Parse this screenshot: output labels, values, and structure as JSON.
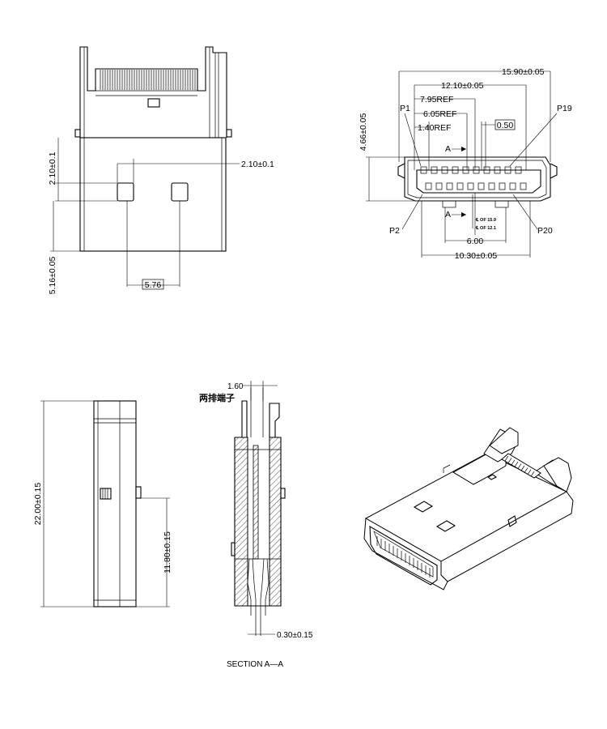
{
  "top_view": {
    "dim_pad_height": "2.10±0.1",
    "dim_pad_offset": "2.10±0.1",
    "dim_body_length": "5.16±0.05",
    "dim_pad_pitch": "5.76"
  },
  "front_view": {
    "dim_overall_width": "15.90±0.05",
    "dim_inner_width": "12.10±0.05",
    "dim_ref_1": "7.95REF",
    "dim_ref_2": "6.05REF",
    "dim_ref_3": "1.40REF",
    "dim_pitch": "0.50",
    "dim_height": "4.66±0.05",
    "dim_center": "6.00",
    "dim_bottom_width": "10.30±0.05",
    "pin_labels": {
      "p1": "P1",
      "p19": "P19",
      "p2": "P2",
      "p20": "P20"
    },
    "section_mark": "A",
    "center_note_1": "℄ OF 15.9",
    "center_note_2": "℄ OF 12.1"
  },
  "side_view": {
    "dim_length": "22.00±0.15",
    "dim_mid": "11.80±0.15"
  },
  "section_view": {
    "dim_top": "1.60",
    "label_cn": "两排端子",
    "dim_lead": "0.30±0.15",
    "title": "SECTION A—A"
  }
}
